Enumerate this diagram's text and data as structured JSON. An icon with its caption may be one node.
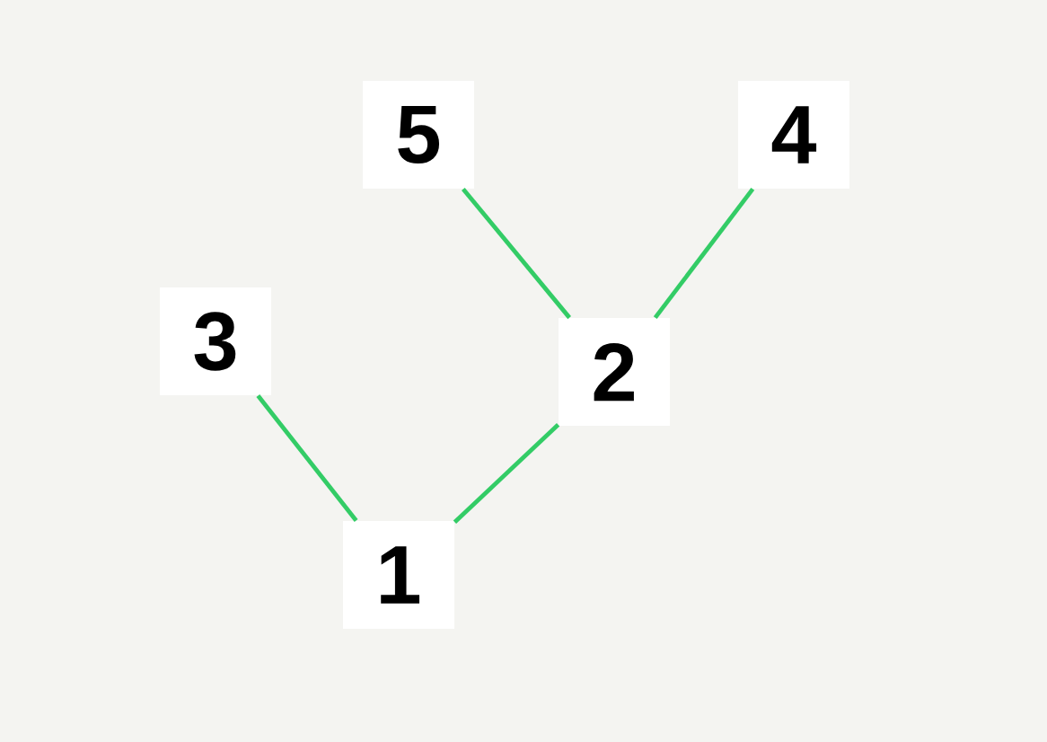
{
  "diagram": {
    "nodes": [
      {
        "text": [
          "5"
        ]
      },
      {
        "text": [
          "4"
        ]
      },
      {
        "text": [
          "3"
        ]
      },
      {
        "text": [
          "2"
        ]
      },
      {
        "text": [
          "1"
        ]
      }
    ],
    "edges": [
      {
        "from": 0,
        "to": 3,
        "arrow": "none"
      },
      {
        "from": 1,
        "to": 3,
        "arrow": "none"
      },
      {
        "from": 2,
        "to": 4,
        "arrow": "none"
      },
      {
        "from": 3,
        "to": 4,
        "arrow": "none"
      }
    ]
  }
}
